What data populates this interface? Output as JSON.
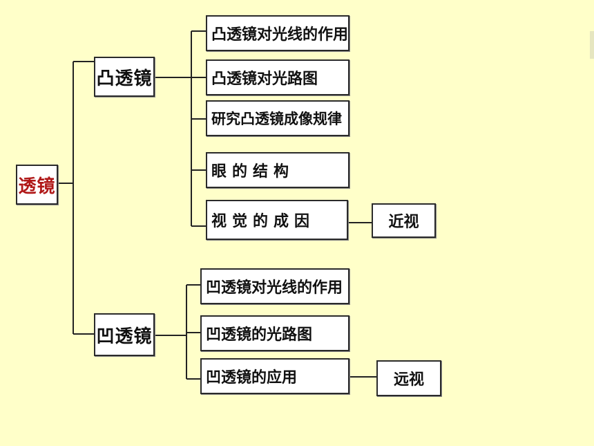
{
  "diagram": {
    "root": "透镜",
    "convex": {
      "label": "凸透镜",
      "items": [
        "凸透镜对光线的作用",
        "凸透镜对光路图",
        "研究凸透镜成像规律",
        "眼的结构",
        "视觉的成因"
      ],
      "extra": "近视"
    },
    "concave": {
      "label": "凹透镜",
      "items": [
        "凹透镜对光线的作用",
        "凹透镜的光路图",
        "凹透镜的应用"
      ],
      "extra": "远视"
    }
  },
  "colors": {
    "background": "#FFFFC9",
    "root_text": "#B01818",
    "line": "#222222"
  }
}
